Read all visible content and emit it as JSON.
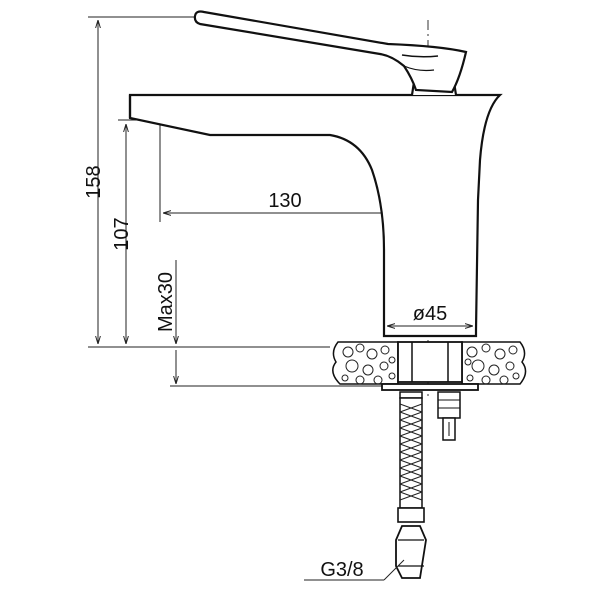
{
  "dimensions": {
    "overall_height": "158",
    "spout_height": "107",
    "max_deck_thickness": "Max30",
    "spout_reach": "130",
    "base_diameter": "ø45",
    "connection_thread": "G3/8"
  }
}
